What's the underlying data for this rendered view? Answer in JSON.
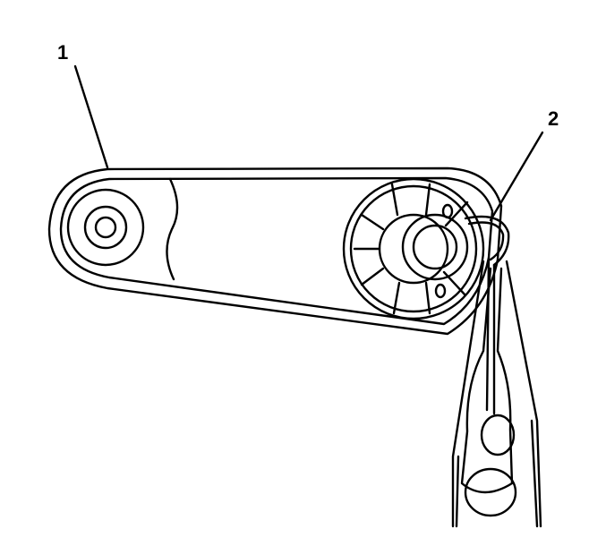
{
  "figure": {
    "callouts": [
      {
        "id": "1",
        "label": "1"
      },
      {
        "id": "2",
        "label": "2"
      }
    ],
    "colors": {
      "stroke": "#000000",
      "fill": "#ffffff"
    }
  }
}
